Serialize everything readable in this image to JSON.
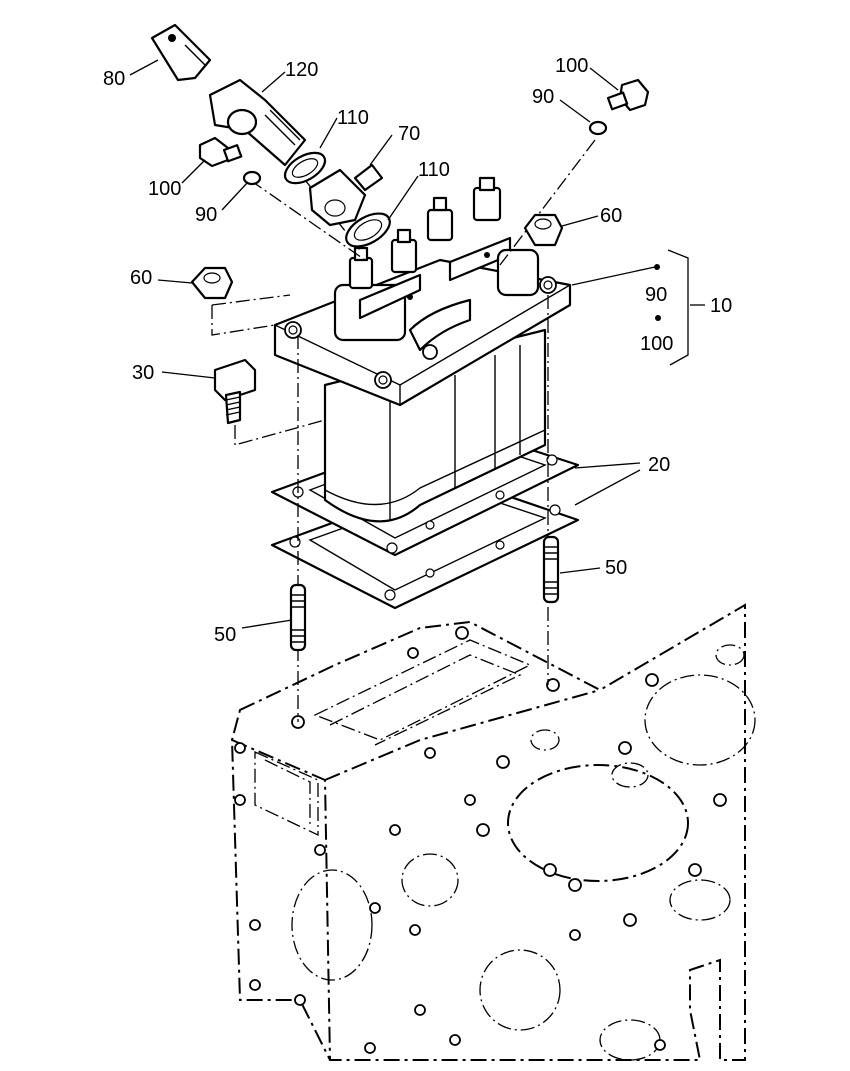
{
  "callouts": {
    "c80": "80",
    "c120": "120",
    "c110a": "110",
    "c110b": "110",
    "c70": "70",
    "c100a": "100",
    "c90a": "90",
    "c100b": "100",
    "c90b": "90",
    "c60a": "60",
    "c60b": "60",
    "c90c": "90",
    "c100c": "100",
    "c10": "10",
    "c30": "30",
    "c20": "20",
    "c50a": "50",
    "c50b": "50"
  }
}
